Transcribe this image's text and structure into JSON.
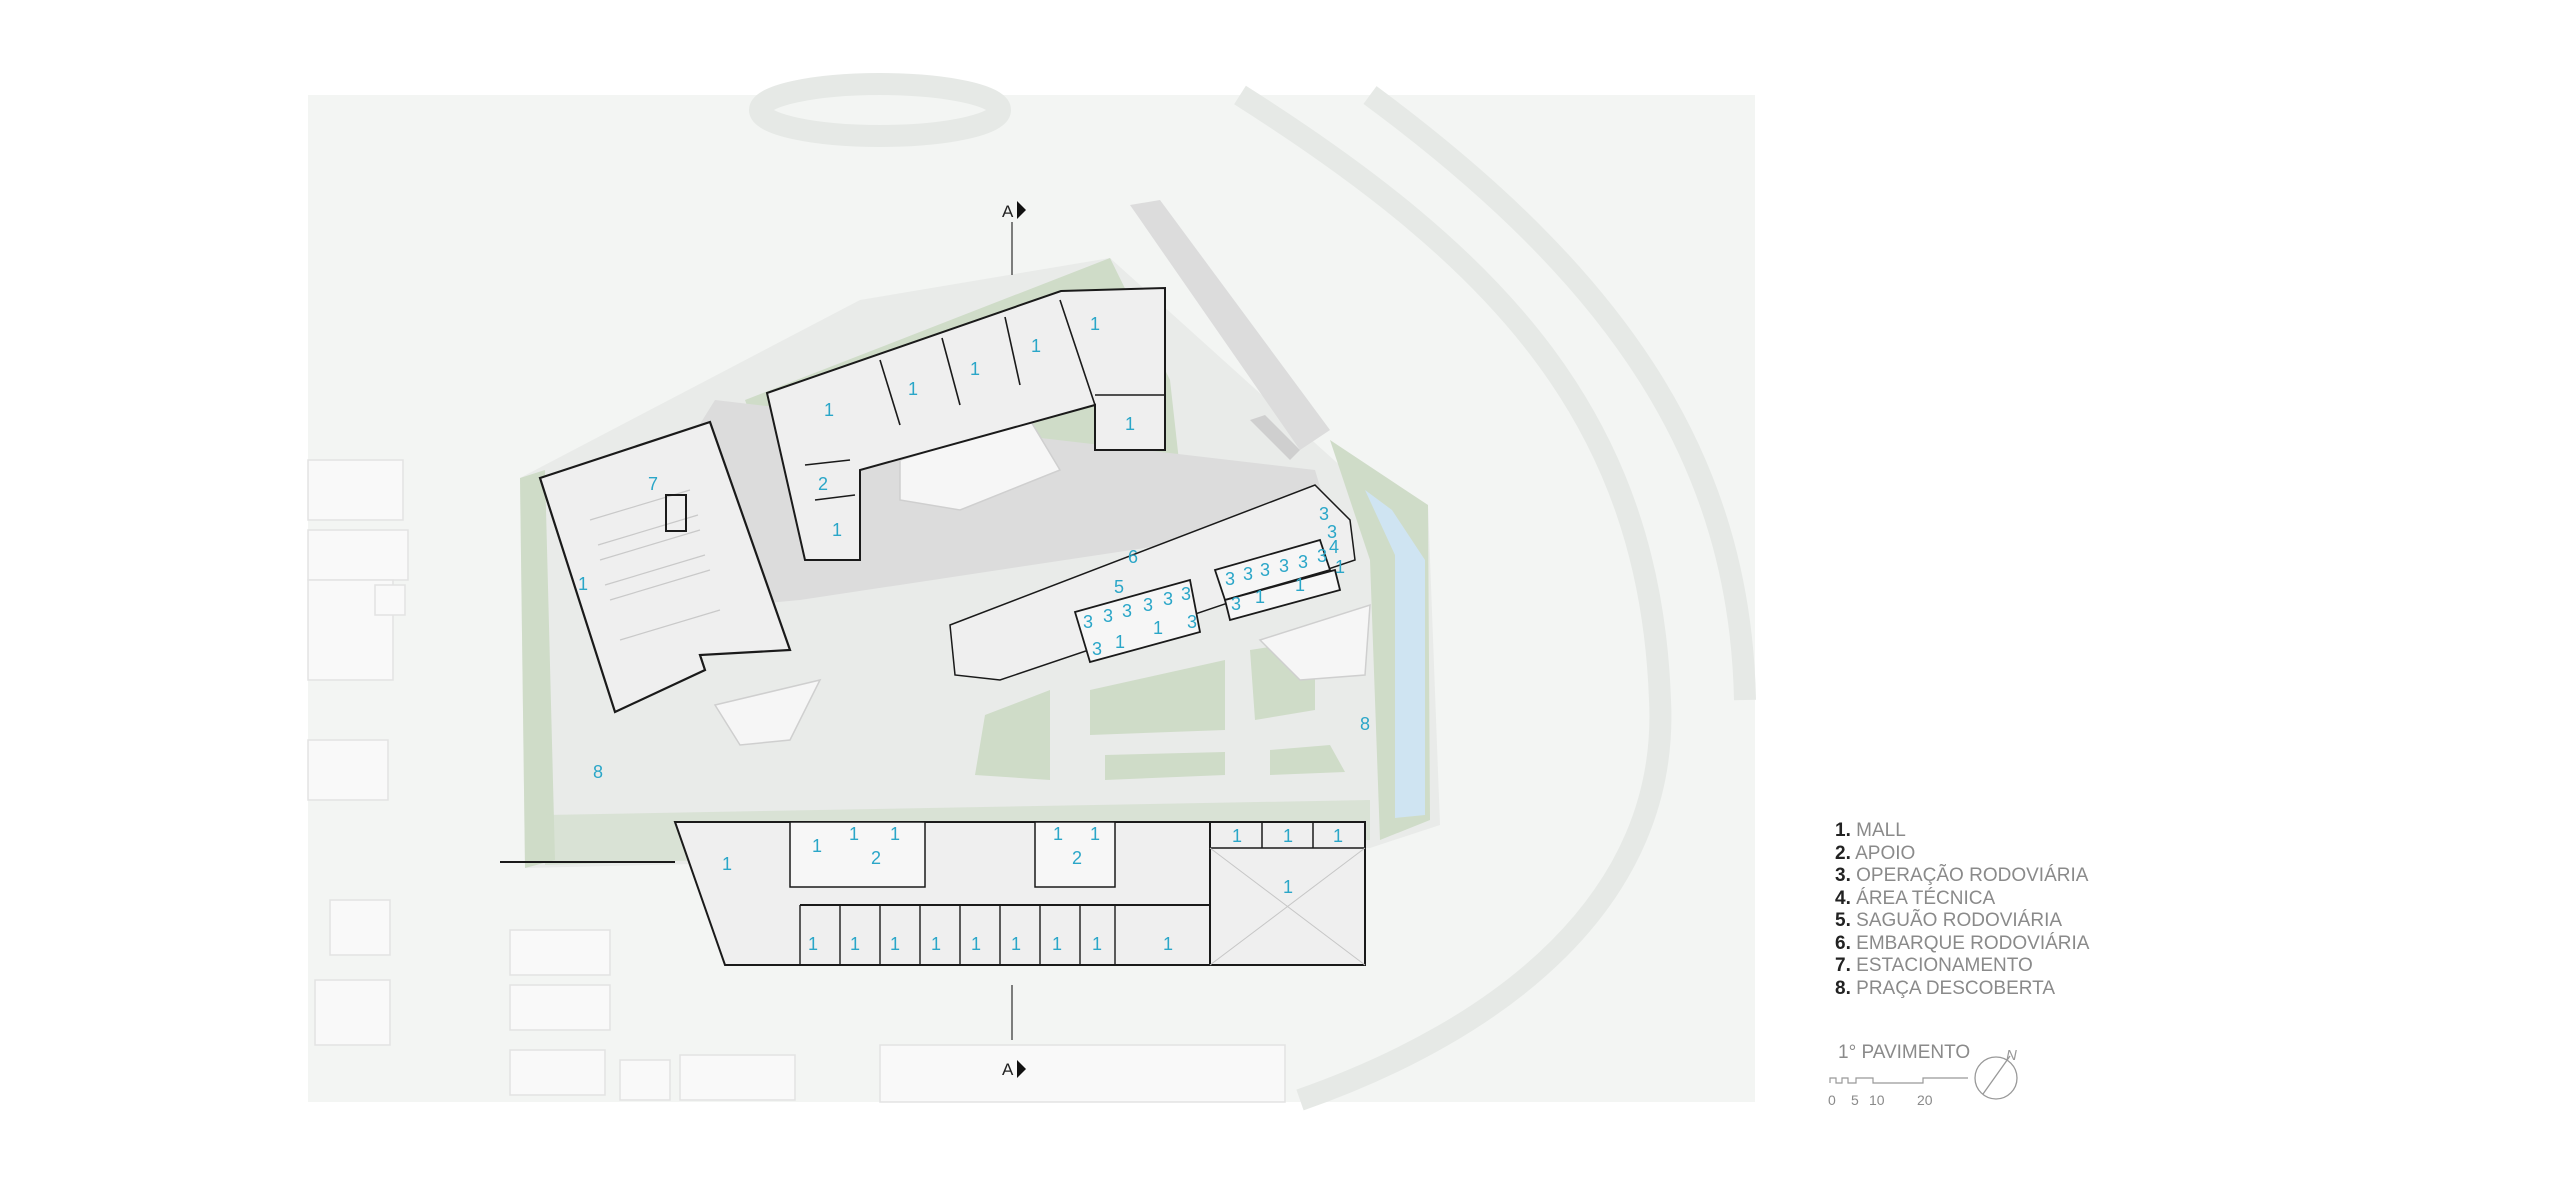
{
  "section_marker": {
    "letter": "A"
  },
  "zones": {
    "mall": "1",
    "apoio": "2",
    "operacao": "3",
    "area_tecnica": "4",
    "saguao": "5",
    "embarque": "6",
    "estacionamento": "7",
    "praca": "8"
  },
  "legend": [
    {
      "num": "1.",
      "label": "MALL"
    },
    {
      "num": "2.",
      "label": "APOIO"
    },
    {
      "num": "3.",
      "label": "OPERAÇÃO RODOVIÁRIA"
    },
    {
      "num": "4.",
      "label": "ÁREA TÉCNICA"
    },
    {
      "num": "5.",
      "label": "SAGUÃO RODOVIÁRIA"
    },
    {
      "num": "6.",
      "label": "EMBARQUE RODOVIÁRIA"
    },
    {
      "num": "7.",
      "label": "ESTACIONAMENTO"
    },
    {
      "num": "8.",
      "label": "PRAÇA DESCOBERTA"
    }
  ],
  "floor_label": "1° PAVIMENTO",
  "north_label": "N",
  "scale_ticks": [
    "0",
    "5",
    "10",
    "20"
  ],
  "colors": {
    "zone_number": "#2aa6c8",
    "green_area": "#cfdcc8",
    "plaza": "#e9ebe9",
    "background_site": "#f2f4f2",
    "building_fill": "#efefef",
    "water": "#cfe4f2",
    "outline": "#1a1a1a"
  }
}
